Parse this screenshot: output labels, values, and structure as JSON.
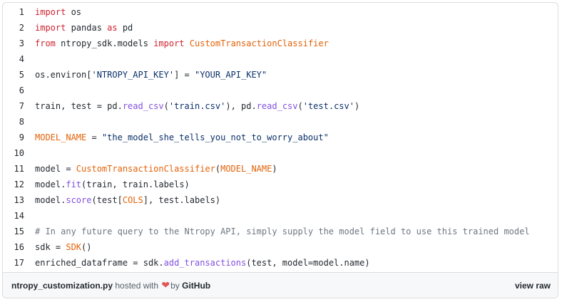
{
  "code_lines": [
    {
      "n": "1",
      "parts": [
        [
          "kw",
          "import"
        ],
        [
          "txt",
          " os"
        ]
      ]
    },
    {
      "n": "2",
      "parts": [
        [
          "kw",
          "import"
        ],
        [
          "txt",
          " pandas "
        ],
        [
          "kw",
          "as"
        ],
        [
          "txt",
          " pd"
        ]
      ]
    },
    {
      "n": "3",
      "parts": [
        [
          "kw",
          "from"
        ],
        [
          "txt",
          " ntropy_sdk.models "
        ],
        [
          "kw",
          "import"
        ],
        [
          "txt",
          " "
        ],
        [
          "cls",
          "CustomTransactionClassifier"
        ]
      ]
    },
    {
      "n": "4",
      "parts": []
    },
    {
      "n": "5",
      "parts": [
        [
          "txt",
          "os.environ["
        ],
        [
          "str",
          "'NTROPY_API_KEY'"
        ],
        [
          "txt",
          "] = "
        ],
        [
          "str",
          "\"YOUR_API_KEY\""
        ]
      ]
    },
    {
      "n": "6",
      "parts": []
    },
    {
      "n": "7",
      "parts": [
        [
          "txt",
          "train, test = pd."
        ],
        [
          "fn",
          "read_csv"
        ],
        [
          "txt",
          "("
        ],
        [
          "str",
          "'train.csv'"
        ],
        [
          "txt",
          "), pd."
        ],
        [
          "fn",
          "read_csv"
        ],
        [
          "txt",
          "("
        ],
        [
          "str",
          "'test.csv'"
        ],
        [
          "txt",
          ")"
        ]
      ]
    },
    {
      "n": "8",
      "parts": []
    },
    {
      "n": "9",
      "parts": [
        [
          "cls",
          "MODEL_NAME"
        ],
        [
          "txt",
          " = "
        ],
        [
          "str",
          "\"the_model_she_tells_you_not_to_worry_about\""
        ]
      ]
    },
    {
      "n": "10",
      "parts": []
    },
    {
      "n": "11",
      "parts": [
        [
          "txt",
          "model = "
        ],
        [
          "cls",
          "CustomTransactionClassifier"
        ],
        [
          "txt",
          "("
        ],
        [
          "cls",
          "MODEL_NAME"
        ],
        [
          "txt",
          ")"
        ]
      ]
    },
    {
      "n": "12",
      "parts": [
        [
          "txt",
          "model."
        ],
        [
          "fn",
          "fit"
        ],
        [
          "txt",
          "(train, train.labels)"
        ]
      ]
    },
    {
      "n": "13",
      "parts": [
        [
          "txt",
          "model."
        ],
        [
          "fn",
          "score"
        ],
        [
          "txt",
          "(test["
        ],
        [
          "cls",
          "COLS"
        ],
        [
          "txt",
          "], test.labels)"
        ]
      ]
    },
    {
      "n": "14",
      "parts": []
    },
    {
      "n": "15",
      "parts": [
        [
          "cm",
          "# In any future query to the Ntropy API, simply supply the model field to use this trained model"
        ]
      ]
    },
    {
      "n": "16",
      "parts": [
        [
          "txt",
          "sdk = "
        ],
        [
          "cls",
          "SDK"
        ],
        [
          "txt",
          "()"
        ]
      ]
    },
    {
      "n": "17",
      "parts": [
        [
          "txt",
          "enriched_dataframe = sdk."
        ],
        [
          "fn",
          "add_transactions"
        ],
        [
          "txt",
          "(test, model=model.name)"
        ]
      ]
    }
  ],
  "footer": {
    "filename": "ntropy_customization.py",
    "hosted_text": " hosted with ",
    "heart": "❤",
    "by_text": "by ",
    "github": "GitHub",
    "view_raw": "view raw"
  }
}
